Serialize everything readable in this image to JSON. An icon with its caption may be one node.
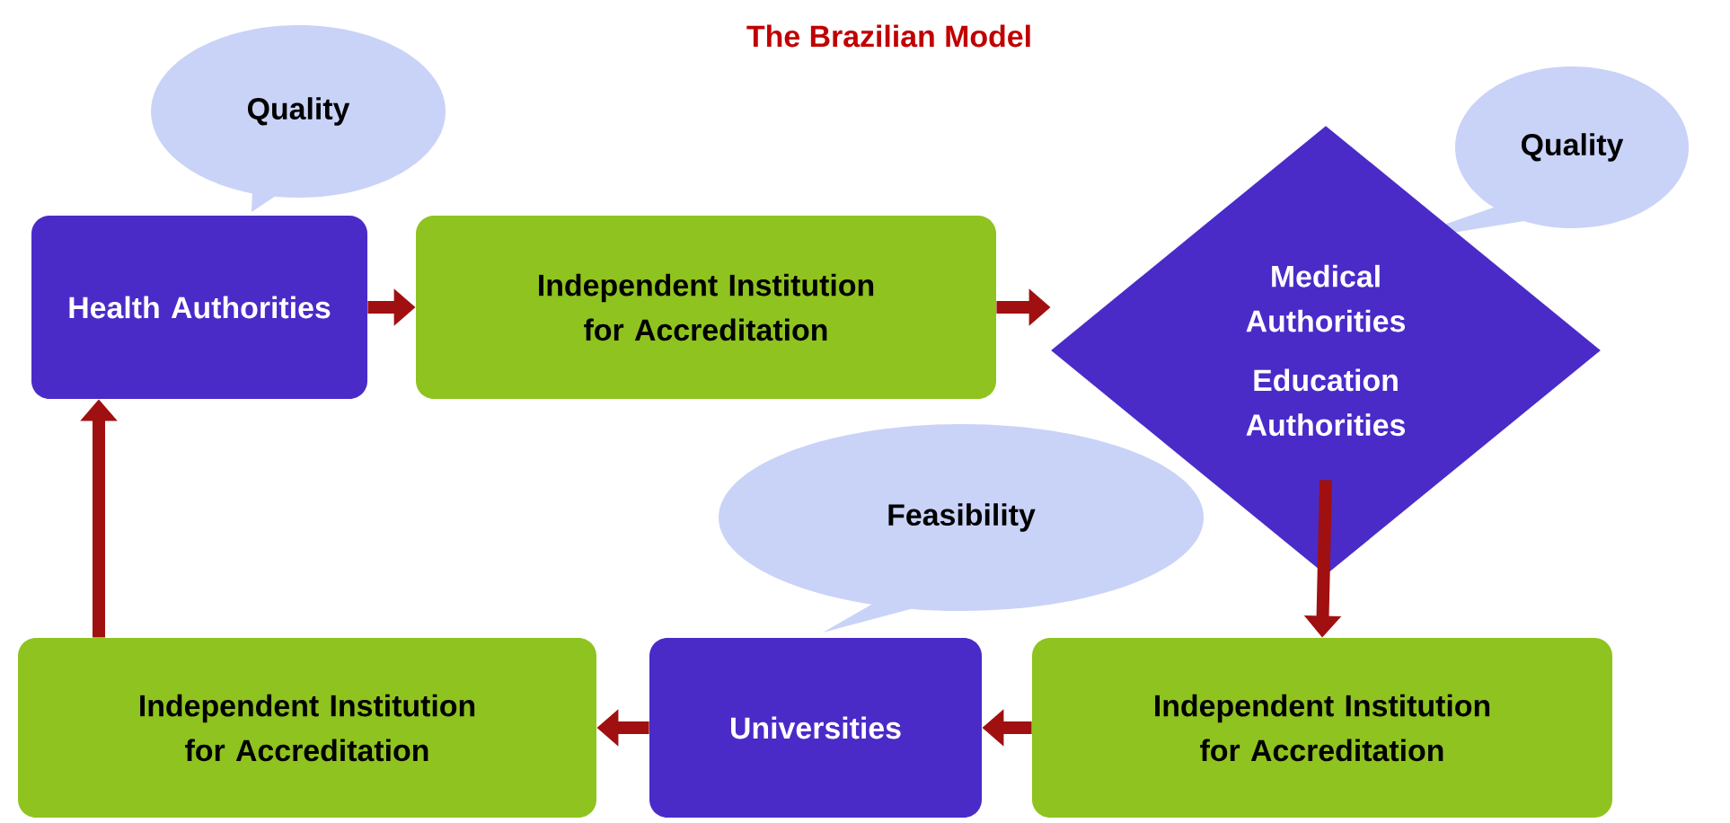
{
  "diagram": {
    "title": "The Brazilian Model",
    "nodes": [
      {
        "text": [
          "Quality"
        ]
      },
      {
        "text": [
          "Quality"
        ]
      },
      {
        "text": [
          "Health Authorities"
        ]
      },
      {
        "text": [
          "Independent Institution for Accreditation"
        ]
      },
      {
        "text": [
          "Medical Authorities",
          "Education Authorities"
        ]
      },
      {
        "text": [
          "Feasibility"
        ]
      },
      {
        "text": [
          "Independent Institution for Accreditation"
        ]
      },
      {
        "text": [
          "Universities"
        ]
      },
      {
        "text": [
          "Independent Institution for Accreditation"
        ]
      }
    ],
    "edges": [
      {
        "from": 2,
        "to": 3,
        "arrow": "to"
      },
      {
        "from": 3,
        "to": 4,
        "arrow": "to"
      },
      {
        "from": 4,
        "to": 8,
        "arrow": "to"
      },
      {
        "from": 8,
        "to": 7,
        "arrow": "to"
      },
      {
        "from": 7,
        "to": 6,
        "arrow": "to"
      },
      {
        "from": 6,
        "to": 2,
        "arrow": "to"
      }
    ]
  }
}
